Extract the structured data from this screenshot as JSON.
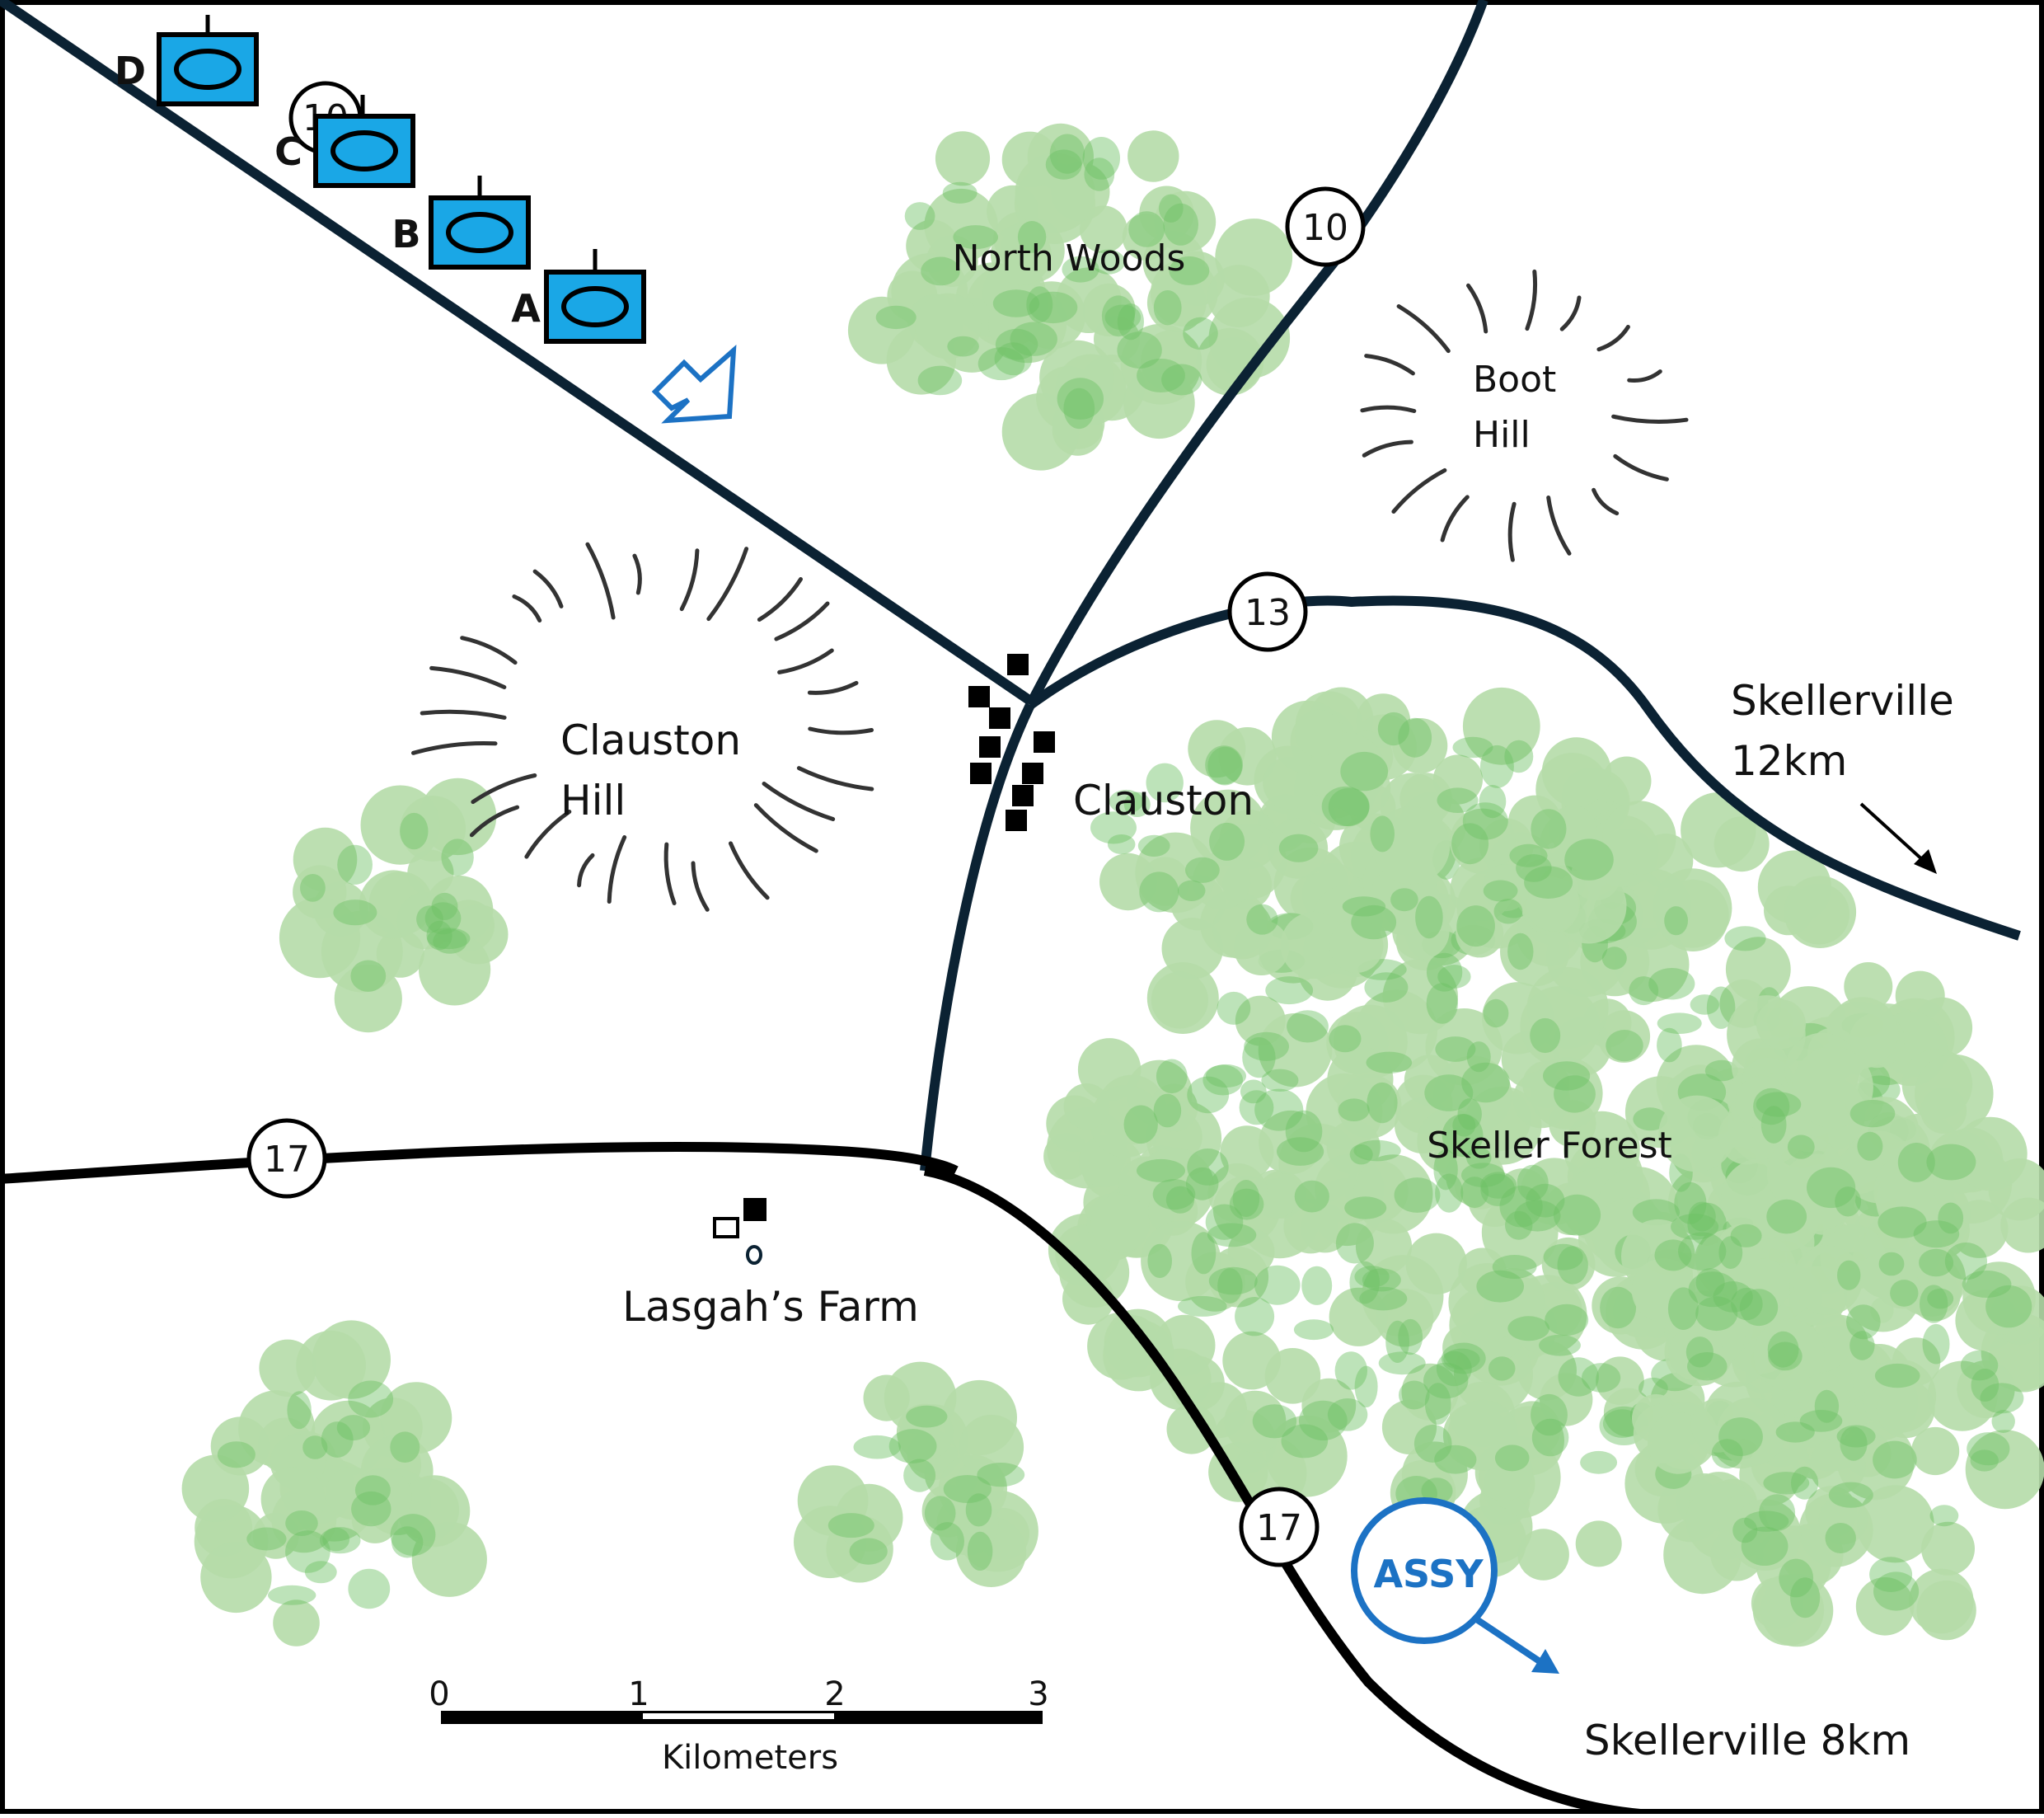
{
  "map": {
    "places": {
      "north_woods": "North Woods",
      "boot_hill_line1": "Boot",
      "boot_hill_line2": "Hill",
      "clauston_hill_line1": "Clauston",
      "clauston_hill_line2": "Hill",
      "clauston": "Clauston",
      "skeller_forest": "Skeller Forest",
      "lasgahs_farm": "Lasgah’s Farm",
      "skellerville_ne_line1": "Skellerville",
      "skellerville_ne_line2": "12km",
      "skellerville_se": "Skellerville 8km"
    },
    "routes": {
      "r10": "10",
      "r13": "13",
      "r17_west": "17",
      "r17_south": "17",
      "r10_partial": "10"
    },
    "units": [
      {
        "letter": "D"
      },
      {
        "letter": "C"
      },
      {
        "letter": "B"
      },
      {
        "letter": "A"
      }
    ],
    "assembly_area": {
      "label": "ASSY"
    },
    "scale_bar": {
      "ticks": [
        "0",
        "1",
        "2",
        "3"
      ],
      "unit_label": "Kilometers"
    },
    "colors": {
      "road_dark": "#0b2233",
      "road_black": "#000000",
      "forest_light": "#b5dca8",
      "forest_dark": "#6cc064",
      "unit_fill": "#1aa7e6",
      "friendly_blue": "#1c72c4"
    }
  }
}
